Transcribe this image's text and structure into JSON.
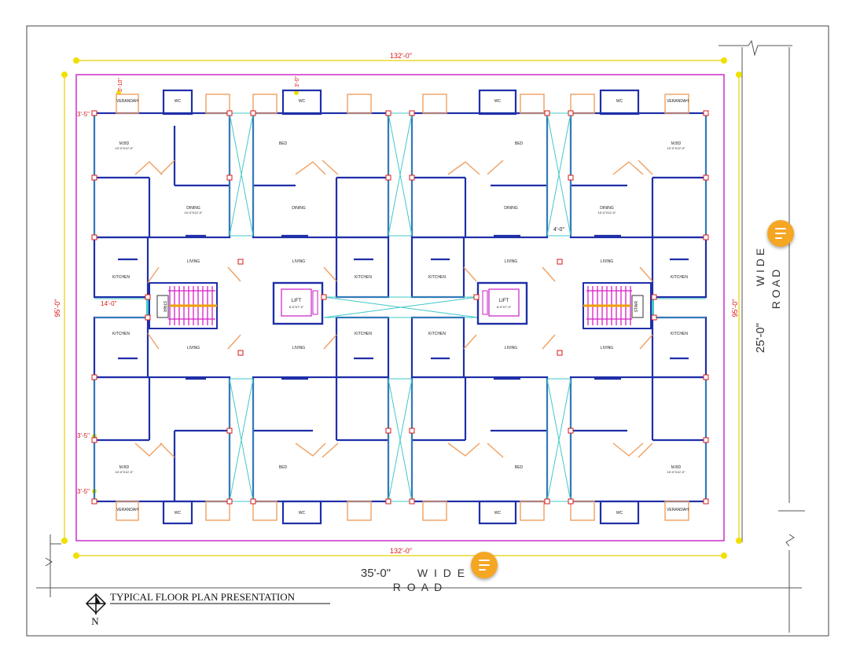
{
  "dims": {
    "top": "132'-0\"",
    "bottom": "132'-0\"",
    "left": "95'-0\"",
    "right": "95'-0\"",
    "setback_top": "3'-10\"",
    "setback_top2": "3'-0\"",
    "side_a": "3'-5\"",
    "side_b": "3'-5\"",
    "side_c": "3'-5\"",
    "corridor": "14'-0\"",
    "shaft": "4'-0\""
  },
  "roads": {
    "east_width": "25'-0\"",
    "east_label": "W I D E",
    "east_road": "R O A D",
    "south_width": "35'-0\"",
    "south_label": "W I D E",
    "south_road": "R O A D"
  },
  "rooms": {
    "lift": "LIFT",
    "lift_size": "6'-0\"X7'-0\"",
    "stair": "STAIR",
    "bed": "M.BD",
    "bed2": "BED",
    "dining": "DINING",
    "living": "LIVING",
    "kitchen": "KITCHEN",
    "toilet": "WC",
    "balcony": "VERANDAH",
    "size": "10'-0\"X12'-0\""
  },
  "title": "TYPICAL FLOOR PLAN PRESENTATION",
  "north": "N",
  "colors": {
    "wall": "#1f2fa8",
    "plot": "#c81ec8",
    "dimension_red": "#d81818",
    "door": "#f0a060",
    "glass": "#40c8c8",
    "stair": "#d81ec8",
    "marker": "#f0e000",
    "fab": "#f5a623"
  },
  "icons": [
    "menu-icon",
    "north-arrow-icon"
  ]
}
